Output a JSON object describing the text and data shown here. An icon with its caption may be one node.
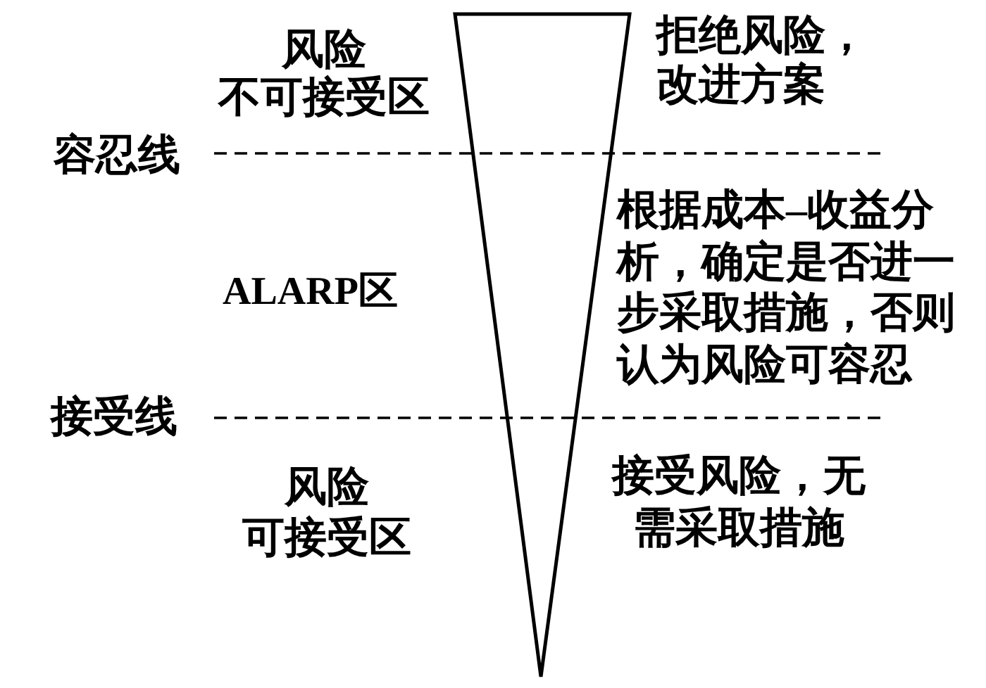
{
  "diagram": {
    "nodes": [
      {
        "text": [],
        "shape": "triangle"
      }
    ],
    "labels": [
      "风险不可接受区",
      "拒绝风险，改进方案",
      "容忍线",
      "ALARP区",
      "根据成本–收益分析，确定是否进一步采取措施，否则认为风险可容忍",
      "接受线",
      "风险可接受区",
      "接受风险，无需采取措施"
    ]
  }
}
